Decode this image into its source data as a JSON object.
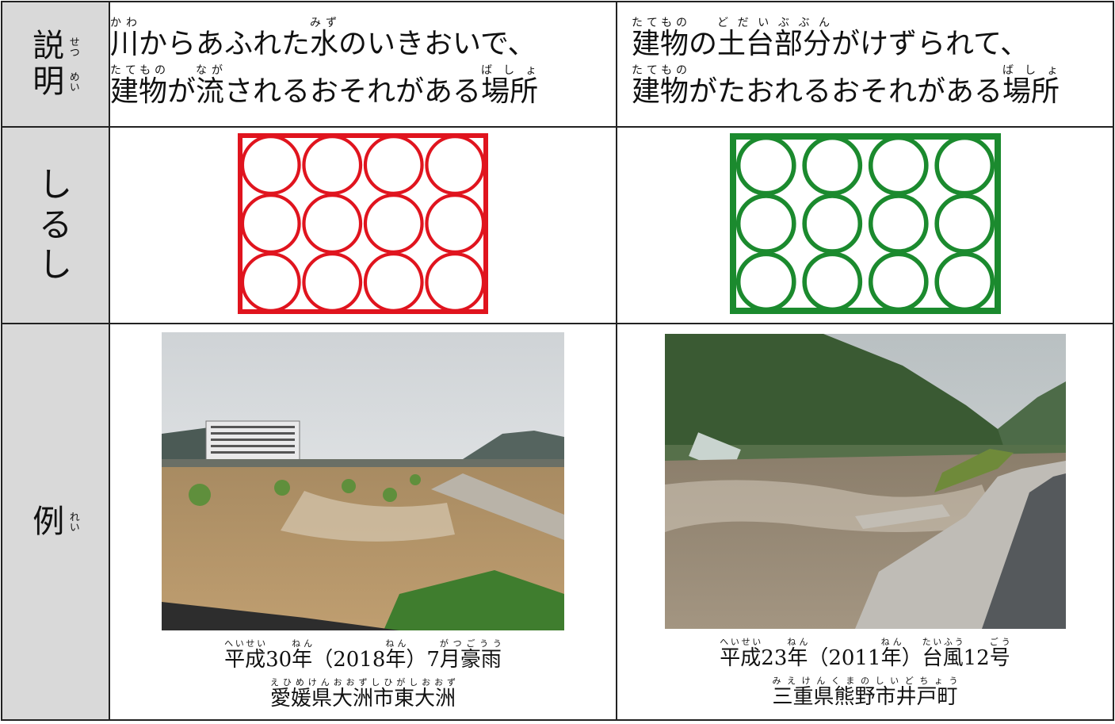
{
  "rows": {
    "description": {
      "label_chars": [
        "説",
        "明"
      ],
      "label_furigana": [
        "せつ",
        "めい"
      ]
    },
    "symbol": {
      "label_chars": [
        "し",
        "る",
        "し"
      ]
    },
    "example": {
      "label_char": "例",
      "label_furigana": "れい"
    }
  },
  "left": {
    "desc_line1": [
      {
        "t": "川",
        "r": "かわ"
      },
      {
        "t": "からあふれた"
      },
      {
        "t": "水",
        "r": "みず"
      },
      {
        "t": "のいきおいで、"
      }
    ],
    "desc_line2": [
      {
        "t": "建物",
        "r": "たてもの"
      },
      {
        "t": "が"
      },
      {
        "t": "流",
        "r": "なが"
      },
      {
        "t": "されるおそれがある"
      },
      {
        "t": "場所",
        "r": "ばしょ"
      }
    ],
    "symbol_color": "#e0141e",
    "caption_line1": [
      {
        "t": "平成",
        "r": "へいせい"
      },
      {
        "t": "30"
      },
      {
        "t": "年",
        "r": "ねん"
      },
      {
        "t": "（2018"
      },
      {
        "t": "年",
        "r": "ねん"
      },
      {
        "t": "）7"
      },
      {
        "t": "月豪雨",
        "r": "がつごうう"
      }
    ],
    "caption_line2": [
      {
        "t": "愛媛県大洲市東大洲",
        "r": "えひめけんおおずしひがしおおず"
      }
    ]
  },
  "right": {
    "desc_line1": [
      {
        "t": "建物",
        "r": "たてもの"
      },
      {
        "t": "の"
      },
      {
        "t": "土台部分",
        "r": "どだいぶぶん"
      },
      {
        "t": "がけずられて、"
      }
    ],
    "desc_line2": [
      {
        "t": "建物",
        "r": "たてもの"
      },
      {
        "t": "がたおれるおそれがある"
      },
      {
        "t": "場所",
        "r": "ばしょ"
      }
    ],
    "symbol_color": "#1b8a2e",
    "caption_line1": [
      {
        "t": "平成",
        "r": "へいせい"
      },
      {
        "t": "23"
      },
      {
        "t": "年",
        "r": "ねん"
      },
      {
        "t": "（2011"
      },
      {
        "t": "年",
        "r": "ねん"
      },
      {
        "t": "）"
      },
      {
        "t": "台風",
        "r": "たいふう"
      },
      {
        "t": "12"
      },
      {
        "t": "号",
        "r": "ごう"
      }
    ],
    "caption_line2": [
      {
        "t": "三重県熊野市井戸町",
        "r": "みえけんくまのしいどちょう"
      }
    ]
  }
}
